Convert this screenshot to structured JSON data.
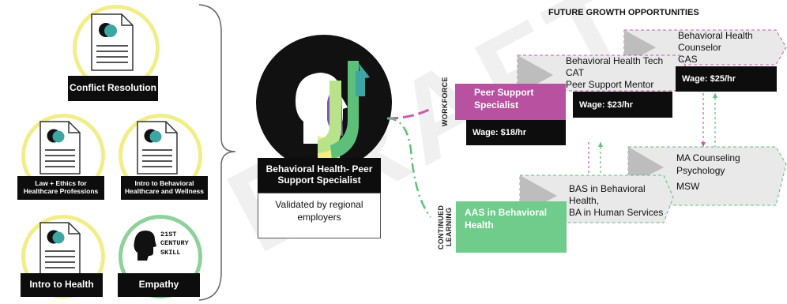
{
  "watermark": "DRAFT",
  "title": "FUTURE GROWTH OPPORTUNITIES",
  "skills": [
    {
      "label": "Conflict Resolution"
    },
    {
      "label": "Law + Ethics for Healthcare Professions"
    },
    {
      "label": "Intro to Behavioral Healthcare and Wellness"
    },
    {
      "label": "Intro to Health"
    },
    {
      "label": "Empathy",
      "badge": "21ST CENTURY SKILL"
    }
  ],
  "center": {
    "title": "Behavioral Health- Peer Support Specialist",
    "subtitle": "Validated by regional employers"
  },
  "side_labels": {
    "workforce": "WORKFORCE",
    "continued_learning_line1": "CONTINUED",
    "continued_learning_line2": "LEARNING"
  },
  "workforce": [
    {
      "title": "Peer Support Specialist",
      "wage": "Wage: $18/hr"
    },
    {
      "line1": "Behavioral Health Tech",
      "line2": "CAT",
      "line3": "Peer Support Mentor",
      "wage": "Wage: $23/hr"
    },
    {
      "line1": "Behavioral Health",
      "line2": "Counselor",
      "line3": "CAS",
      "wage": "Wage: $25/hr"
    }
  ],
  "learning": [
    {
      "title": "AAS in Behavioral Health"
    },
    {
      "line1": "BAS in Behavioral",
      "line2": "Health,",
      "line3": "BA in Human Services"
    },
    {
      "line1": "MA Counseling",
      "line2": "Psychology",
      "line3": "MSW"
    }
  ],
  "colors": {
    "purple": "#b8519f",
    "green": "#6fcc8a",
    "yellow": "#f1ee8a",
    "light_green_circle": "#8fd19a",
    "pink_dash": "#c85bb0",
    "green_dash": "#5cc07a",
    "gray_box": "#e6e6e6"
  }
}
